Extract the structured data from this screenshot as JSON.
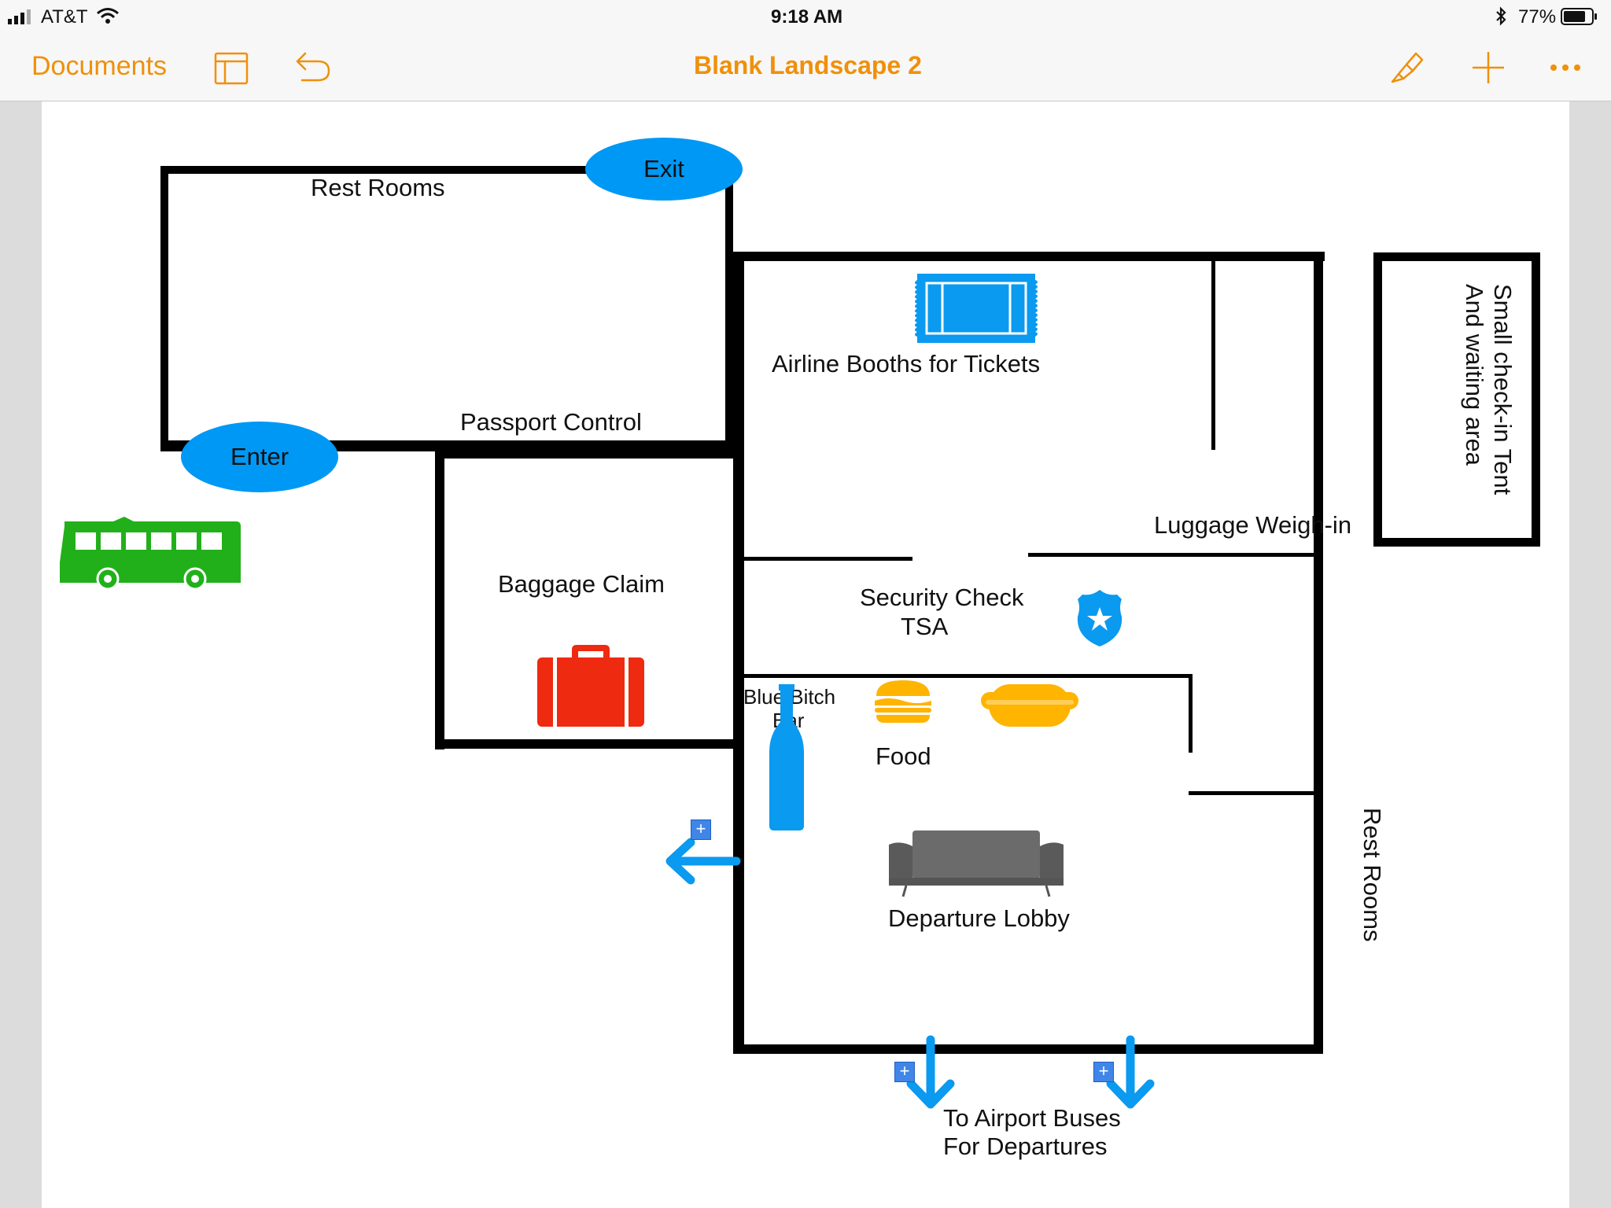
{
  "status_bar": {
    "carrier": "AT&T",
    "time": "9:18 AM",
    "battery": "77%",
    "icons": [
      "signal-icon",
      "wifi-icon",
      "bluetooth-icon",
      "battery-icon"
    ]
  },
  "toolbar": {
    "documents_label": "Documents",
    "title": "Blank Landscape 2",
    "icons": [
      "sidebar-layout-icon",
      "undo-icon",
      "paintbrush-icon",
      "plus-icon",
      "more-icon"
    ]
  },
  "colors": {
    "accent": "#f0900a",
    "oval_blue": "#0098f5",
    "bus_green": "#22b01a",
    "suitcase_red": "#ee2a10",
    "food_yellow": "#ffb400",
    "icon_blue": "#0a9af0",
    "couch_gray": "#666666"
  },
  "floorplan": {
    "rest_rooms_top": "Rest Rooms",
    "exit": "Exit",
    "enter": "Enter",
    "passport_control": "Passport Control",
    "airline_booths": "Airline Booths for Tickets",
    "check_in_tent_line1": "Small check-in Tent",
    "check_in_tent_line2": "And waiting area",
    "luggage_weigh_in": "Luggage Weigh-in",
    "baggage_claim": "Baggage Claim",
    "security_line1": "Security Check",
    "security_line2": "TSA",
    "bar_line1": "Blue Bitch",
    "bar_line2": "Bar",
    "food": "Food",
    "departure_lobby": "Departure Lobby",
    "rest_rooms_right": "Rest Rooms",
    "buses_line1": "To Airport Buses",
    "buses_line2": "For Departures",
    "plus_symbol": "+"
  }
}
